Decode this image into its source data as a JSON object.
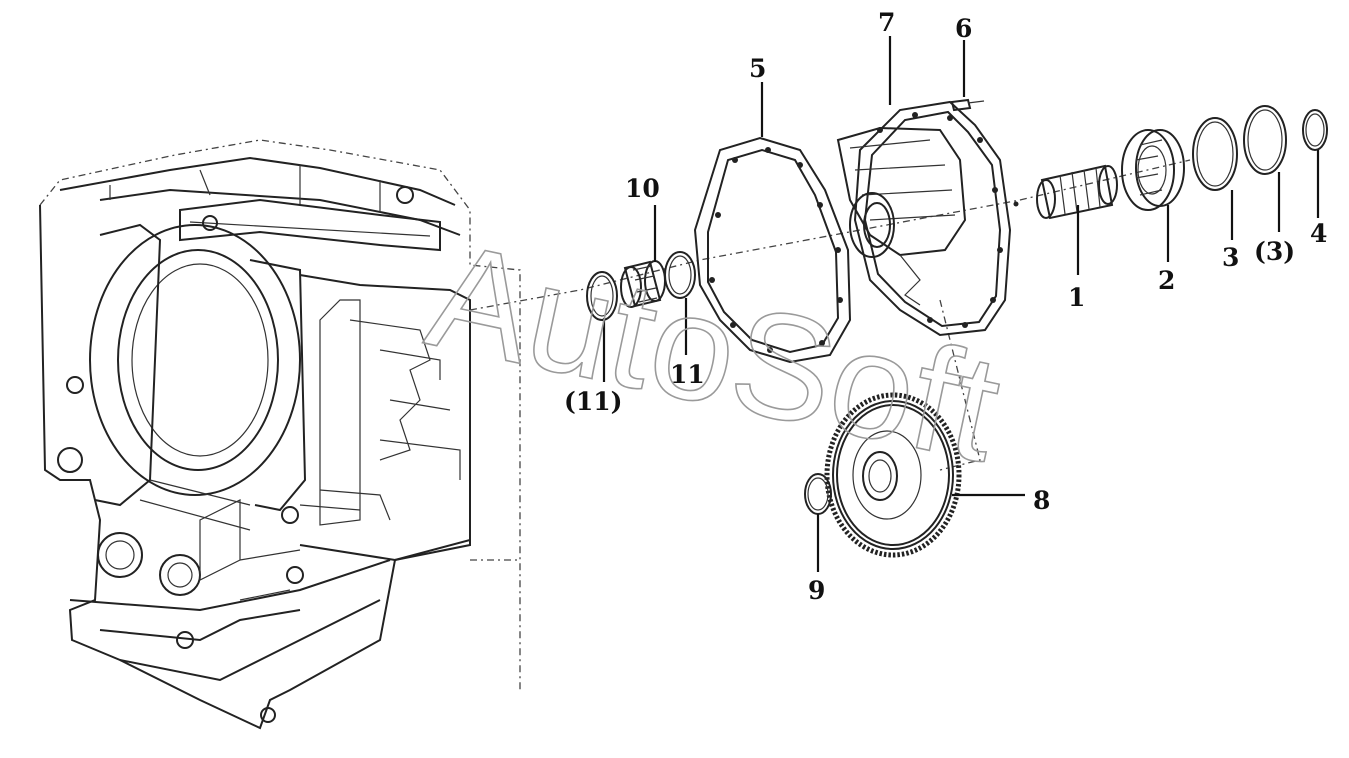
{
  "callouts": {
    "c1": "1",
    "c2": "2",
    "c3": "3",
    "c3b": "(3)",
    "c4": "4",
    "c5": "5",
    "c6": "6",
    "c7": "7",
    "c8": "8",
    "c9": "9",
    "c10": "10",
    "c11": "11",
    "c11b": "(11)"
  },
  "watermark": "AutoSoft"
}
